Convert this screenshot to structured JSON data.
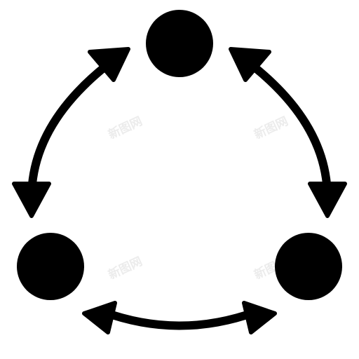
{
  "icon": {
    "name": "three-node-cycle-icon",
    "nodes": 3,
    "connectors": 3,
    "fill_color": "#000000",
    "background_color": "#ffffff"
  },
  "watermark": {
    "text": "新图网",
    "color": "#ececec",
    "count": 4
  }
}
